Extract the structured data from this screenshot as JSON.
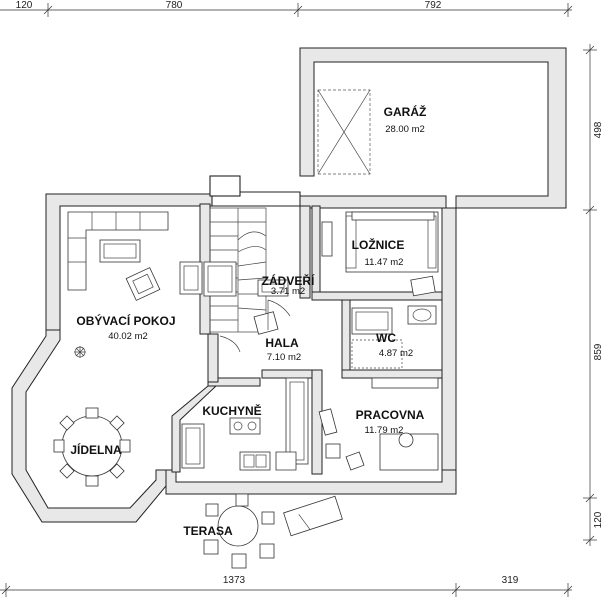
{
  "dimensions": {
    "top": [
      "120",
      "780",
      "792"
    ],
    "right": [
      "498",
      "859",
      "120"
    ],
    "bottom": [
      "1373",
      "319"
    ]
  },
  "rooms": [
    {
      "id": "garaz",
      "name": "GARÁŽ",
      "area": "28.00 m2"
    },
    {
      "id": "loznice",
      "name": "LOŽNICE",
      "area": "11.47 m2"
    },
    {
      "id": "zadveri",
      "name": "ZÁDVEŘÍ",
      "area": "3.71 m2"
    },
    {
      "id": "obyvaci",
      "name": "OBÝVACÍ POKOJ",
      "area": "40.02 m2"
    },
    {
      "id": "hala",
      "name": "HALA",
      "area": "7.10 m2"
    },
    {
      "id": "wc",
      "name": "WC",
      "area": "4.87 m2"
    },
    {
      "id": "kuchyne",
      "name": "KUCHYNĚ",
      "area": ""
    },
    {
      "id": "pracovna",
      "name": "PRACOVNA",
      "area": "11.79 m2"
    },
    {
      "id": "jidelna",
      "name": "JÍDELNA",
      "area": ""
    },
    {
      "id": "terasa",
      "name": "TERASA",
      "area": ""
    }
  ]
}
